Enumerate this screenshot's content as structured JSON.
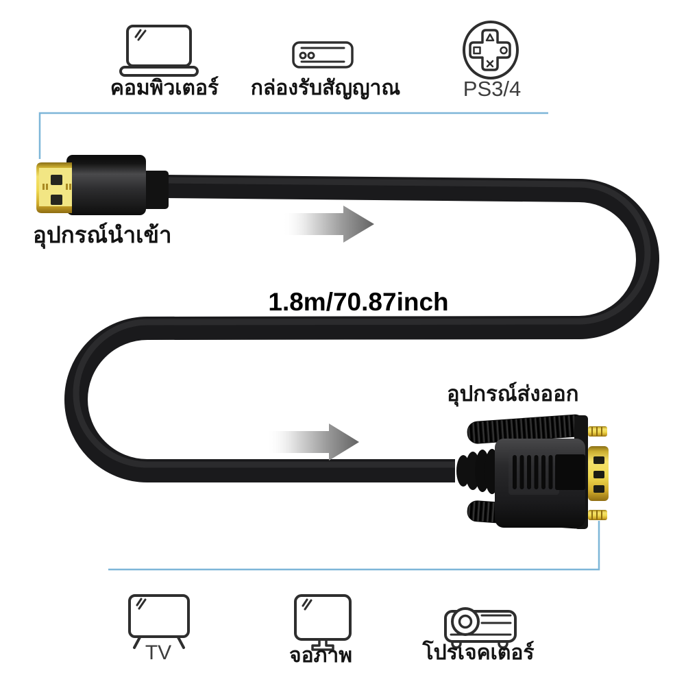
{
  "top_devices": {
    "items": [
      {
        "label": "คอมพิวเตอร์",
        "icon": "laptop-icon"
      },
      {
        "label": "กล่องรับสัญญาณ",
        "icon": "set-top-box-icon"
      },
      {
        "label": "PS3/4",
        "icon": "gamepad-icon"
      }
    ]
  },
  "cable": {
    "input_label": "อุปกรณ์นำเข้า",
    "length_label": "1.8m/70.87inch",
    "output_label": "อุปกรณ์ส่งออก"
  },
  "bottom_devices": {
    "items": [
      {
        "label": "TV",
        "icon": "tv-icon"
      },
      {
        "label": "จอภาพ",
        "icon": "monitor-icon"
      },
      {
        "label": "โปรเจคเตอร์",
        "icon": "projector-icon"
      }
    ]
  },
  "colors": {
    "accent_blue": "#7db6d8",
    "connector_gold": "#f2cb33",
    "cable_black": "#1a1a1c",
    "arrow_gray": "#646464",
    "icon_stroke": "#2e2e2e"
  }
}
